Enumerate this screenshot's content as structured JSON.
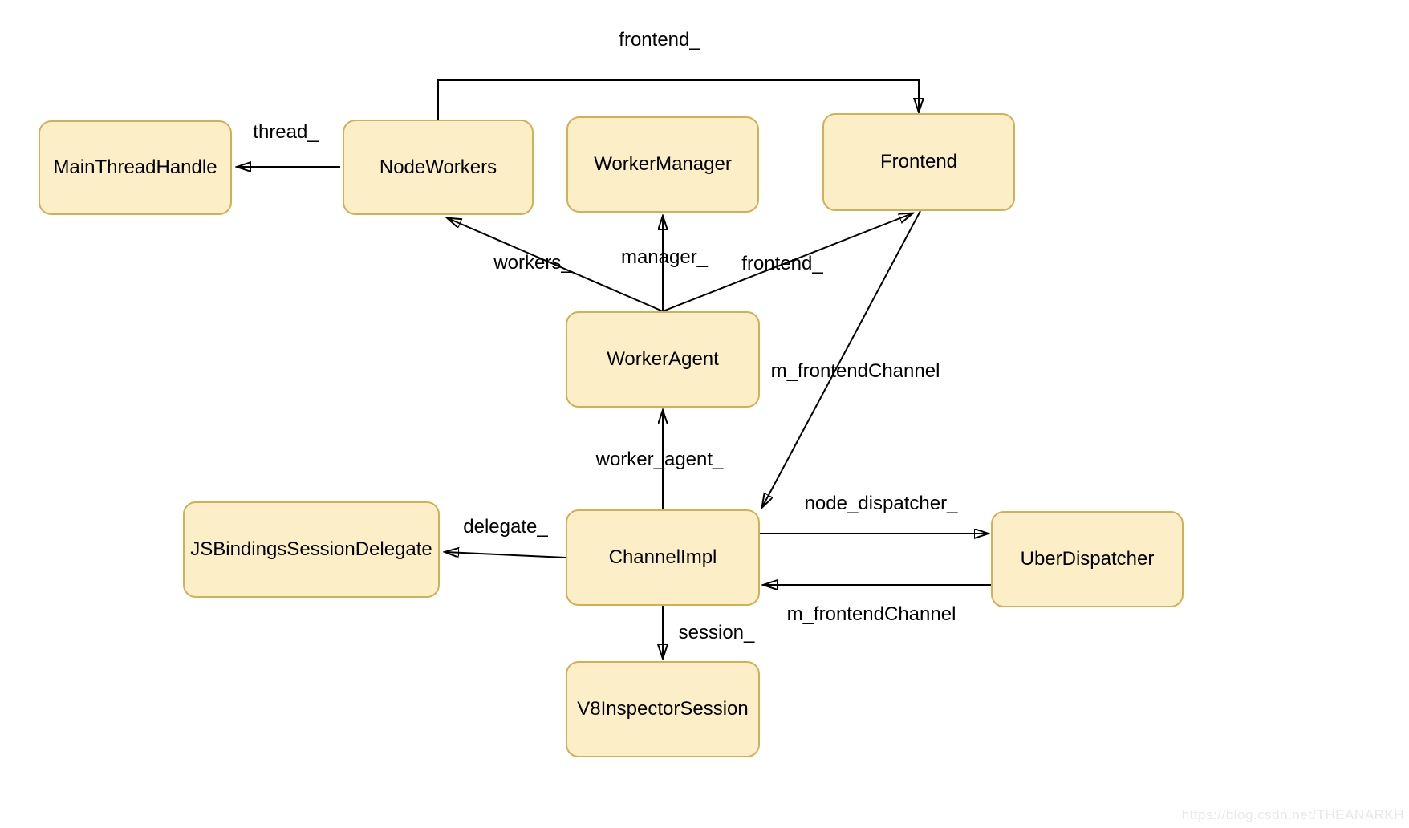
{
  "style": {
    "background": "#FFFFFF",
    "node_fill": "#FCEFC7",
    "node_stroke": "#D3AF58",
    "edge_color": "#000000",
    "label_color": "#000000",
    "watermark_color": "#E8E8E8"
  },
  "nodes": [
    {
      "id": "main-thread-handle",
      "label": "MainThreadHandle"
    },
    {
      "id": "node-workers",
      "label": "NodeWorkers"
    },
    {
      "id": "worker-manager",
      "label": "WorkerManager"
    },
    {
      "id": "frontend",
      "label": "Frontend"
    },
    {
      "id": "worker-agent",
      "label": "WorkerAgent"
    },
    {
      "id": "jsbindings-session-delegate",
      "label": "JSBindingsSessionDelegate"
    },
    {
      "id": "channel-impl",
      "label": "ChannelImpl"
    },
    {
      "id": "uber-dispatcher",
      "label": "UberDispatcher"
    },
    {
      "id": "v8-inspector-session",
      "label": "V8InspectorSession"
    }
  ],
  "edges": [
    {
      "id": "frontend-top",
      "label": "frontend_",
      "from": "node-workers",
      "to": "frontend"
    },
    {
      "id": "thread",
      "label": "thread_",
      "from": "node-workers",
      "to": "main-thread-handle"
    },
    {
      "id": "workers",
      "label": "workers_",
      "from": "worker-agent",
      "to": "node-workers"
    },
    {
      "id": "manager",
      "label": "manager_",
      "from": "worker-agent",
      "to": "worker-manager"
    },
    {
      "id": "frontend-mid",
      "label": "frontend_",
      "from": "worker-agent",
      "to": "frontend"
    },
    {
      "id": "m-frontend-channel-upper",
      "label": "m_frontendChannel",
      "from": "frontend",
      "to": "channel-impl"
    },
    {
      "id": "worker-agent",
      "label": "worker_agent_",
      "from": "channel-impl",
      "to": "worker-agent"
    },
    {
      "id": "delegate",
      "label": "delegate_",
      "from": "channel-impl",
      "to": "jsbindings-session-delegate"
    },
    {
      "id": "node-dispatcher",
      "label": "node_dispatcher_",
      "from": "channel-impl",
      "to": "uber-dispatcher"
    },
    {
      "id": "m-frontend-channel-lower",
      "label": "m_frontendChannel",
      "from": "uber-dispatcher",
      "to": "channel-impl"
    },
    {
      "id": "session",
      "label": "session_",
      "from": "channel-impl",
      "to": "v8-inspector-session"
    }
  ],
  "watermark": {
    "text": "https://blog.csdn.net/THEANARKH"
  }
}
